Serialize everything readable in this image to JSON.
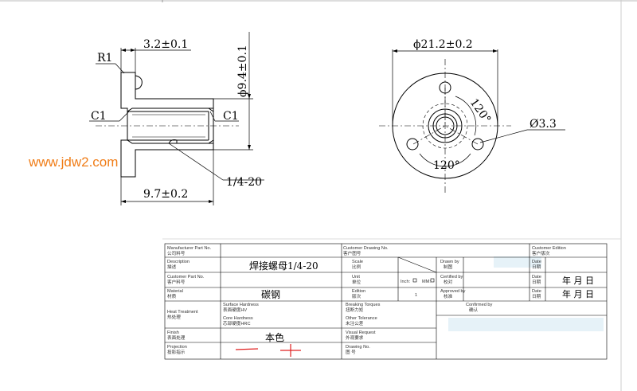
{
  "side_view": {
    "dim_flange_thickness": "3.2±0.1",
    "dim_outer_diameter": "ϕ9.4±0.1",
    "dim_length": "9.7±0.2",
    "radius_label": "R1",
    "chamfer_left": "C1",
    "chamfer_right": "C1",
    "thread_label": "1/4-20"
  },
  "front_view": {
    "dim_flange_diameter": "ϕ21.2±0.2",
    "angle_top": "120°",
    "angle_bottom": "120°",
    "hole_diameter": "Ø3.3"
  },
  "watermark": "www.jdw2.com",
  "title_block": {
    "manufacturer_part_no": {
      "en": "Manufacturer Part No.",
      "cn": "公司料号"
    },
    "customer_drawing_no": {
      "en": "Customer Drawing No.",
      "cn": "客户图号"
    },
    "customer_edition": {
      "en": "Customer Edition",
      "cn": "客户版次"
    },
    "description": {
      "en": "Description",
      "cn": "描述",
      "value": "焊接螺母1/4-20"
    },
    "scale": {
      "en": "Scale",
      "cn": "比例"
    },
    "drawn_by": {
      "en": "Drawn by",
      "cn": "制图"
    },
    "date": {
      "en": "Date",
      "cn": "日期"
    },
    "customer_part_no": {
      "en": "Customer Part No.",
      "cn": "客户料号"
    },
    "unit": {
      "en": "Unit",
      "cn": "单位",
      "inch": "Inch:",
      "mm": "MM:"
    },
    "certified_by": {
      "en": "Certified by",
      "cn": "校对"
    },
    "date2": {
      "en": "Date",
      "cn": "日期",
      "value": "年   月   日"
    },
    "material": {
      "en": "Material",
      "cn": "材质",
      "value": "碳钢"
    },
    "edition": {
      "en": "Edition",
      "cn": "版次",
      "value": "1"
    },
    "approved_by": {
      "en": "Approved by",
      "cn": "核准"
    },
    "date3": {
      "en": "Date",
      "cn": "日期",
      "value": "年   月   日"
    },
    "heat_treatment": {
      "en": "Heat Treatment",
      "cn": "热处理"
    },
    "surface_hardness": {
      "en": "Surface Hardness",
      "cn": "表面硬度HV"
    },
    "core_hardness": {
      "en": "Core Hardness",
      "cn": "芯部硬度HRC"
    },
    "breaking_torque": {
      "en": "Breaking Torques",
      "cn": "扭断力矩"
    },
    "other_tolerance": {
      "en": "Other Tolerance",
      "cn": "未注公差"
    },
    "confirmed_by": {
      "en": "Confirmed by",
      "cn": "确认"
    },
    "finish": {
      "en": "Finish",
      "cn": "表面处理",
      "value": "本色"
    },
    "visual_request": {
      "en": "Visual Request",
      "cn": "外观要求"
    },
    "projection": {
      "en": "Projection",
      "cn": "投影指示"
    },
    "drawing_no": {
      "en": "Drawing No.",
      "cn": "图   号"
    }
  },
  "colors": {
    "watermark": "#f07d18",
    "projection_symbol": "#e02020",
    "highlight": "#e6f2f8"
  }
}
